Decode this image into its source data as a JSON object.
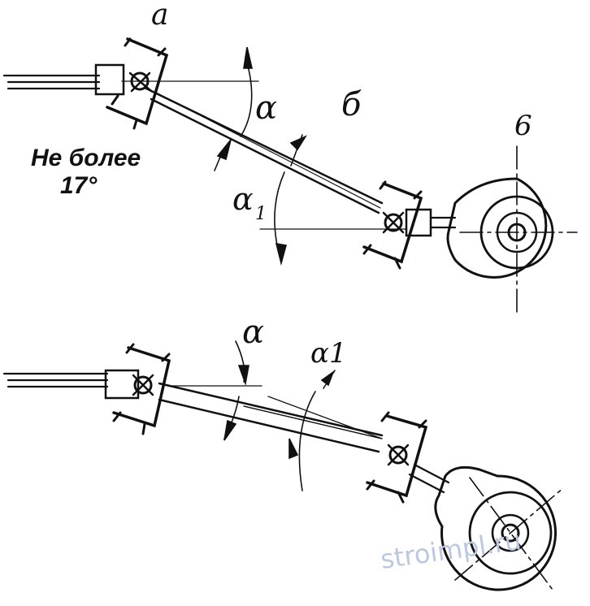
{
  "figure": {
    "top_scheme": {
      "label_a": "а",
      "label_b": "б",
      "label_6": "6",
      "angle_alpha": "α",
      "angle_alpha1": "α",
      "angle_alpha1_sub": "1",
      "note_line1": "Не более",
      "note_line2": "17°"
    },
    "bottom_scheme": {
      "angle_alpha": "α",
      "angle_alpha1": "α1"
    },
    "watermark": "stroimpl.ru"
  },
  "colors": {
    "line": "#111111",
    "watermark": "#bcc8e2",
    "background": "#ffffff"
  }
}
